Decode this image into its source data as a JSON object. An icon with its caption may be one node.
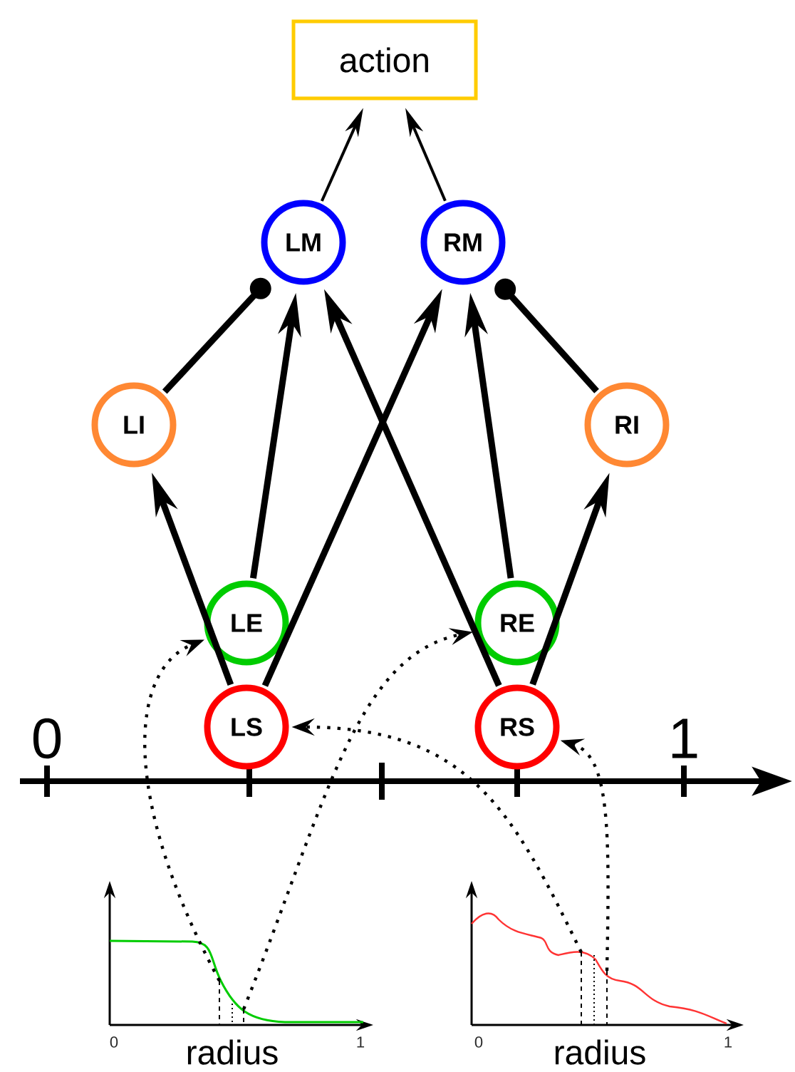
{
  "diagram": {
    "nodes": [
      {
        "text": [
          "action"
        ]
      },
      {
        "text": [
          "LM"
        ]
      },
      {
        "text": [
          "RM"
        ]
      },
      {
        "text": [
          "LI"
        ]
      },
      {
        "text": [
          "RI"
        ]
      },
      {
        "text": [
          "LE"
        ]
      },
      {
        "text": [
          "RE"
        ]
      },
      {
        "text": [
          "LS"
        ]
      },
      {
        "text": [
          "RS"
        ]
      }
    ],
    "edges": [
      {
        "from": 1,
        "to": 0,
        "arrow": "to"
      },
      {
        "from": 2,
        "to": 0,
        "arrow": "to"
      },
      {
        "from": 3,
        "to": 1,
        "arrow": "other"
      },
      {
        "from": 4,
        "to": 2,
        "arrow": "other"
      },
      {
        "from": 5,
        "to": 1,
        "arrow": "to"
      },
      {
        "from": 8,
        "to": 1,
        "arrow": "to"
      },
      {
        "from": 7,
        "to": 2,
        "arrow": "to"
      },
      {
        "from": 6,
        "to": 2,
        "arrow": "to"
      },
      {
        "from": 7,
        "to": 3,
        "arrow": "to"
      },
      {
        "from": 8,
        "to": 4,
        "arrow": "to"
      },
      {
        "from": null,
        "to": 5,
        "arrow": "to",
        "style": "dashed"
      },
      {
        "from": null,
        "to": 6,
        "arrow": "to",
        "style": "dashed"
      },
      {
        "from": null,
        "to": 7,
        "arrow": "to",
        "style": "dashed"
      },
      {
        "from": null,
        "to": 8,
        "arrow": "to",
        "style": "dashed"
      }
    ],
    "labels": [
      "0",
      "1",
      "0",
      "radius",
      "1",
      "0",
      "radius",
      "1"
    ]
  }
}
